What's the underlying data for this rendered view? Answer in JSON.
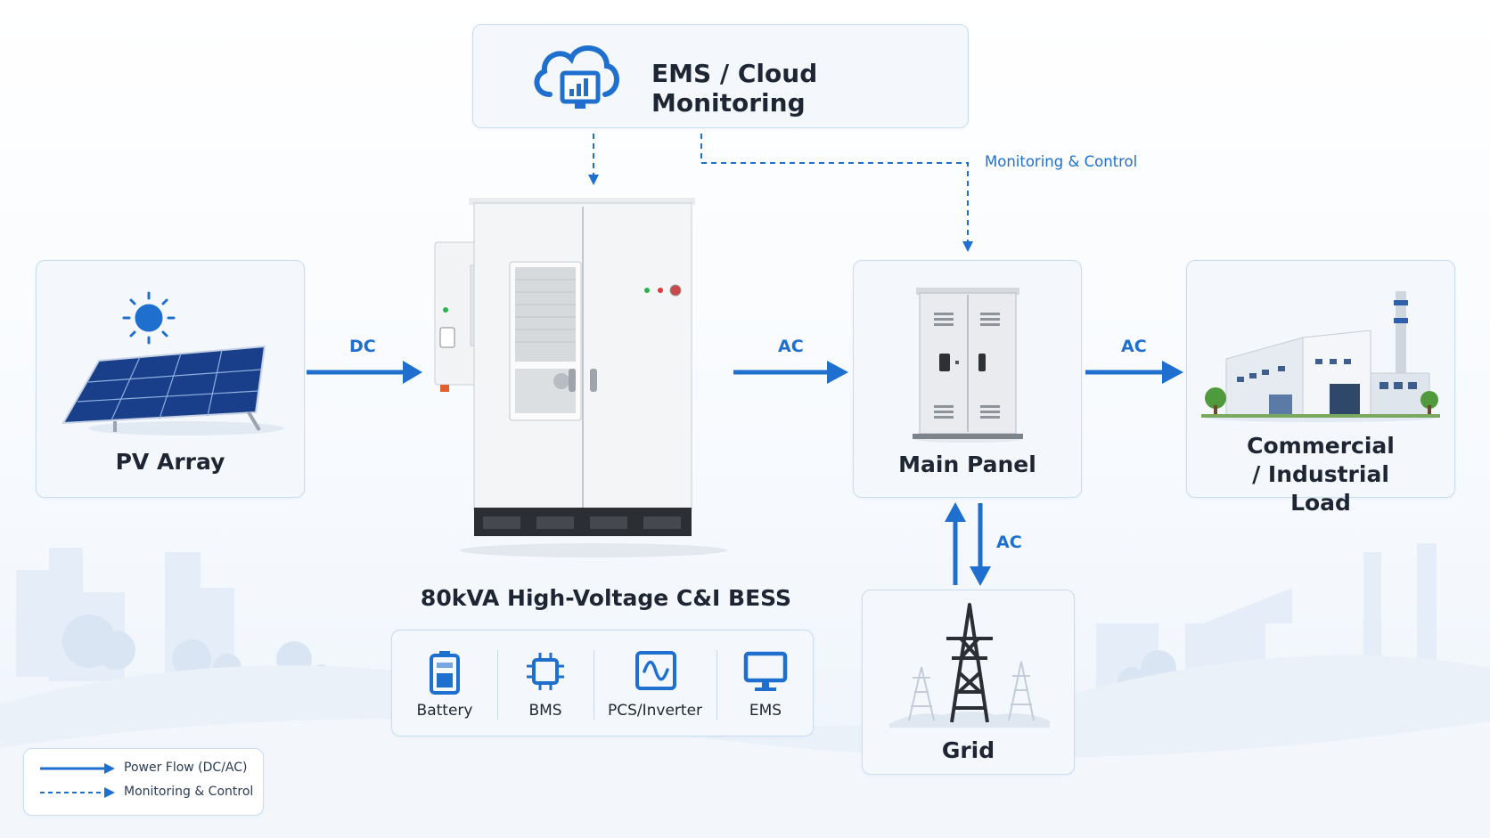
{
  "ems_cloud": {
    "title": "EMS / Cloud Monitoring"
  },
  "nodes": {
    "pv": "PV Array",
    "main_panel": "Main Panel",
    "load": "Commercial / Industrial Load",
    "grid": "Grid"
  },
  "bess": {
    "title": "80kVA High-Voltage C&I BESS",
    "components": [
      {
        "label": "Battery",
        "icon": "battery-icon"
      },
      {
        "label": "BMS",
        "icon": "chip-icon"
      },
      {
        "label": "PCS/Inverter",
        "icon": "inverter-icon"
      },
      {
        "label": "EMS",
        "icon": "monitor-icon"
      }
    ]
  },
  "flows": {
    "pv_to_bess": "DC",
    "bess_to_panel": "AC",
    "panel_to_load": "AC",
    "panel_grid": "AC",
    "monitoring": "Monitoring & Control"
  },
  "legend": {
    "power_flow": "Power Flow (DC/AC)",
    "monitoring": "Monitoring & Control"
  },
  "colors": {
    "accent": "#1f6fcf",
    "card_bg": "#f4f8fd",
    "card_border": "#c9dcf0",
    "text": "#1e2633"
  }
}
